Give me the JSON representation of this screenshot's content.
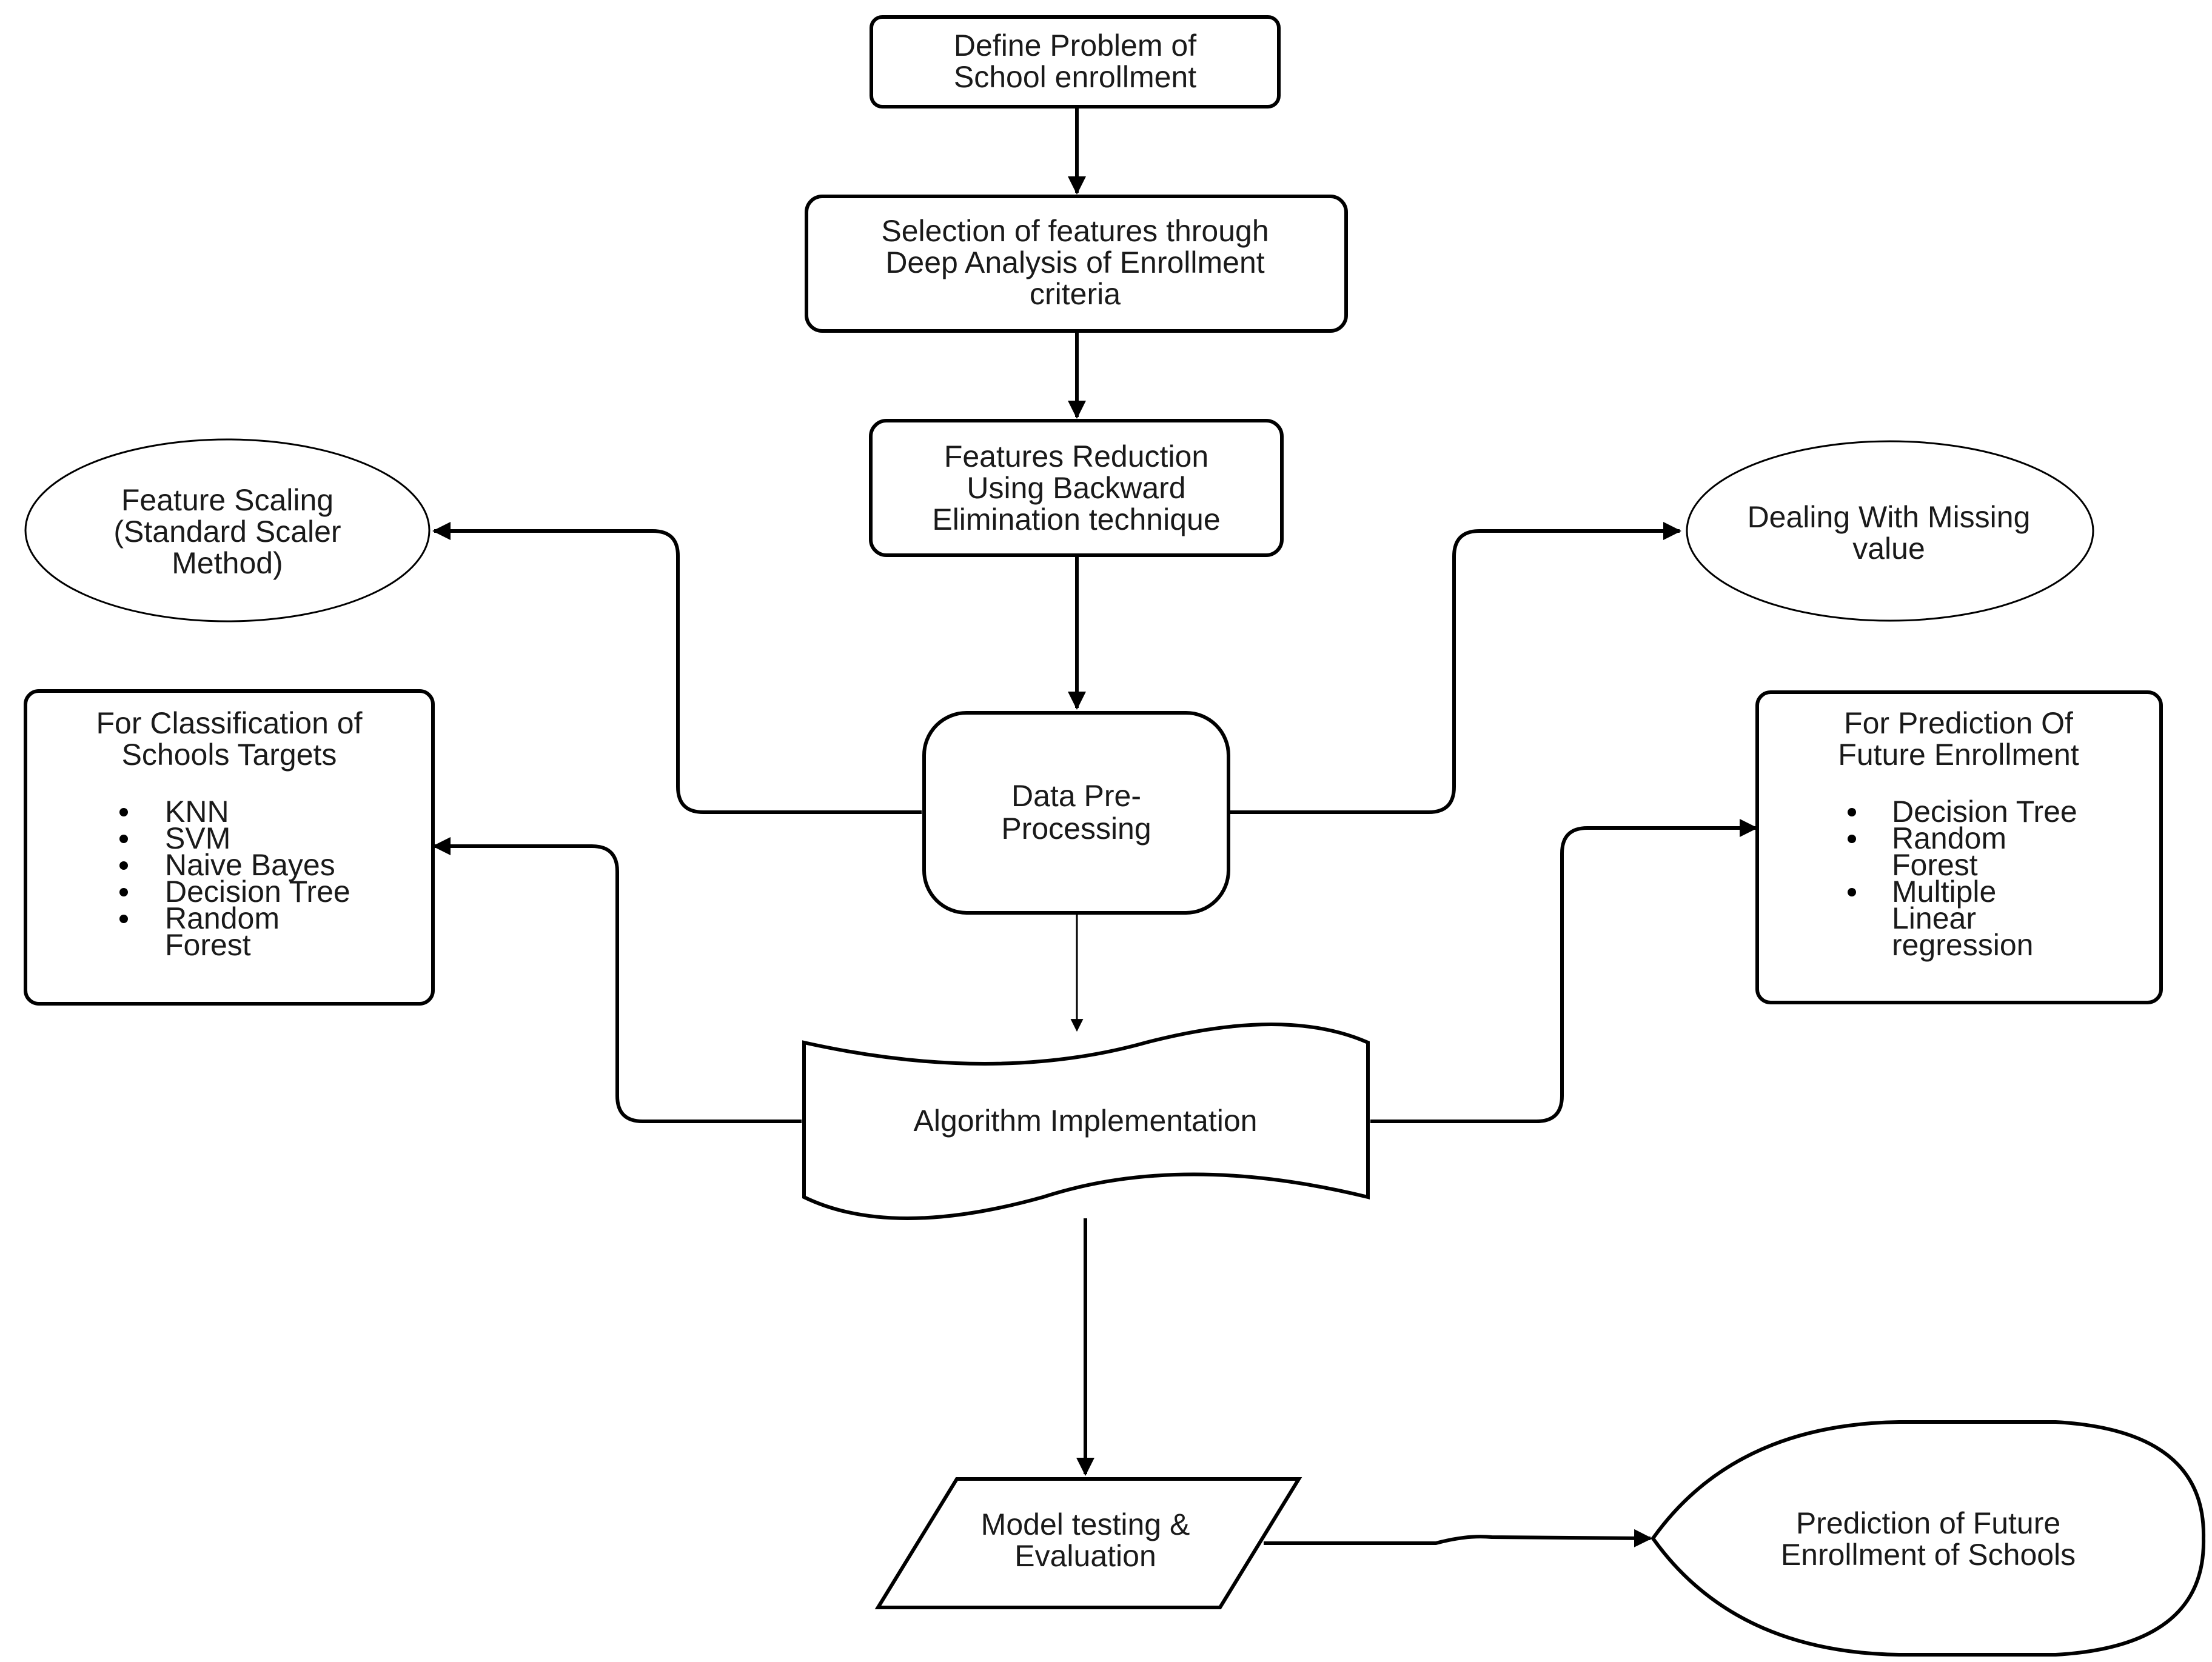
{
  "nodes": {
    "define_problem": {
      "lines": [
        "Define Problem of",
        "School  enrollment"
      ]
    },
    "feature_selection": {
      "lines": [
        "Selection of features through",
        "Deep Analysis of Enrollment",
        "criteria"
      ]
    },
    "feature_reduction": {
      "lines": [
        "Features Reduction",
        "Using Backward",
        "Elimination technique"
      ]
    },
    "feature_scaling": {
      "lines": [
        "Feature Scaling",
        "(Standard  Scaler",
        "Method)"
      ]
    },
    "missing_value": {
      "lines": [
        "Dealing With Missing",
        "value"
      ]
    },
    "data_preprocessing": {
      "lines": [
        "Data Pre-",
        "Processing"
      ]
    },
    "classification": {
      "lines": [
        "For Classification of",
        "Schools Targets"
      ],
      "items": [
        "KNN",
        "SVM",
        "Naive Bayes",
        "Decision Tree",
        "Random",
        "Forest"
      ]
    },
    "prediction": {
      "lines": [
        "For Prediction Of",
        "Future Enrollment"
      ],
      "items": [
        "Decision Tree",
        "Random",
        "Forest",
        "Multiple",
        "Linear",
        "regression"
      ]
    },
    "algorithm": {
      "lines": [
        "Algorithm Implementation"
      ]
    },
    "model_testing": {
      "lines": [
        "Model testing &",
        "Evaluation"
      ]
    },
    "final_prediction": {
      "lines": [
        "Prediction of Future",
        "Enrollment of Schools"
      ]
    }
  }
}
